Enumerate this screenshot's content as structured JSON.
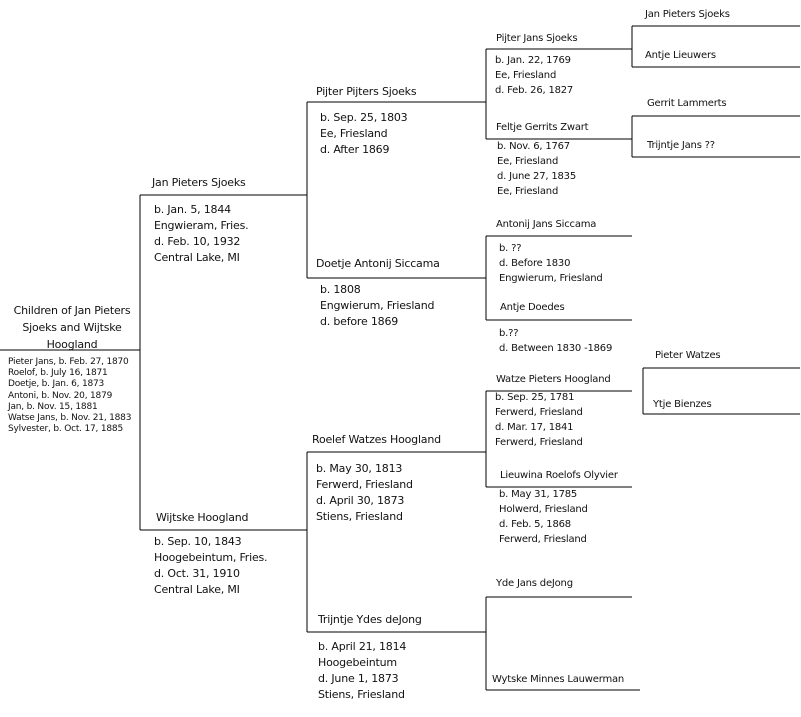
{
  "root": {
    "title": [
      "Children of Jan Pieters",
      "Sjoeks and Wijtske",
      "Hoogland"
    ],
    "children": [
      "Pieter Jans, b. Feb. 27, 1870",
      "Roelof, b. July 16, 1871",
      "Doetje, b. Jan. 6, 1873",
      "Antoni, b. Nov. 20, 1879",
      "Jan, b. Nov. 15, 1881",
      "Watse Jans, b. Nov. 21, 1883",
      "Sylvester, b. Oct. 17, 1885"
    ]
  },
  "parents": {
    "father": {
      "name": "Jan Pieters Sjoeks",
      "details": [
        "b. Jan. 5, 1844",
        "Engwieram, Fries.",
        "d.  Feb. 10, 1932",
        "Central Lake, MI"
      ]
    },
    "mother": {
      "name": "Wijtske Hoogland",
      "details": [
        "b. Sep. 10, 1843",
        "Hoogebeintum, Fries.",
        "d.  Oct. 31, 1910",
        "Central Lake, MI"
      ]
    }
  },
  "grandparents": {
    "paternal_grandfather": {
      "name": "Pijter Pijters Sjoeks",
      "details": [
        "b. Sep. 25, 1803",
        "Ee, Friesland",
        "d.  After 1869"
      ]
    },
    "paternal_grandmother": {
      "name": "Doetje Antonij Siccama",
      "details": [
        "b. 1808",
        "Engwierum, Friesland",
        "d.  before 1869"
      ]
    },
    "maternal_grandfather": {
      "name": "Roelef Watzes Hoogland",
      "details": [
        "b. May 30, 1813",
        "Ferwerd, Friesland",
        "d.  April 30, 1873",
        "Stiens, Friesland"
      ]
    },
    "maternal_grandmother": {
      "name": "Trijntje Ydes deJong",
      "details": [
        "b. April 21, 1814",
        "Hoogebeintum",
        "d.  June 1, 1873",
        "Stiens, Friesland"
      ]
    }
  },
  "great_grandparents": {
    "g1": {
      "name": "Pijter Jans Sjoeks",
      "details": [
        "b. Jan. 22, 1769",
        "Ee, Friesland",
        "d.  Feb. 26, 1827"
      ]
    },
    "g2": {
      "name": "Feltje Gerrits Zwart",
      "details": [
        "b. Nov. 6, 1767",
        "Ee, Friesland",
        "d.  June 27, 1835",
        "Ee, Friesland"
      ]
    },
    "g3": {
      "name": "Antonij Jans Siccama",
      "details": [
        "b. ??",
        "d. Before 1830",
        "Engwierum, Friesland"
      ]
    },
    "g4": {
      "name": "Antje Doedes",
      "details": [
        "b.??",
        "d.  Between 1830 -1869"
      ]
    },
    "g5": {
      "name": "Watze Pieters Hoogland",
      "details": [
        "b. Sep. 25, 1781",
        "Ferwerd, Friesland",
        "d.  Mar. 17, 1841",
        "Ferwerd, Friesland"
      ]
    },
    "g6": {
      "name": "Lieuwina Roelofs Olyvier",
      "details": [
        "b. May 31, 1785",
        "Holwerd, Friesland",
        "d.  Feb. 5, 1868",
        "Ferwerd, Friesland"
      ]
    },
    "g7": {
      "name": "Yde Jans deJong",
      "details": []
    },
    "g8": {
      "name": "Wytske Minnes Lauwerman",
      "details": []
    }
  },
  "great_great_grandparents": {
    "gg1": "Jan Pieters Sjoeks",
    "gg2": "Antje Lieuwers",
    "gg3": "Gerrit Lammerts",
    "gg4": "Trijntje Jans ??",
    "gg5": "Pieter Watzes",
    "gg6": "Ytje Bienzes"
  }
}
